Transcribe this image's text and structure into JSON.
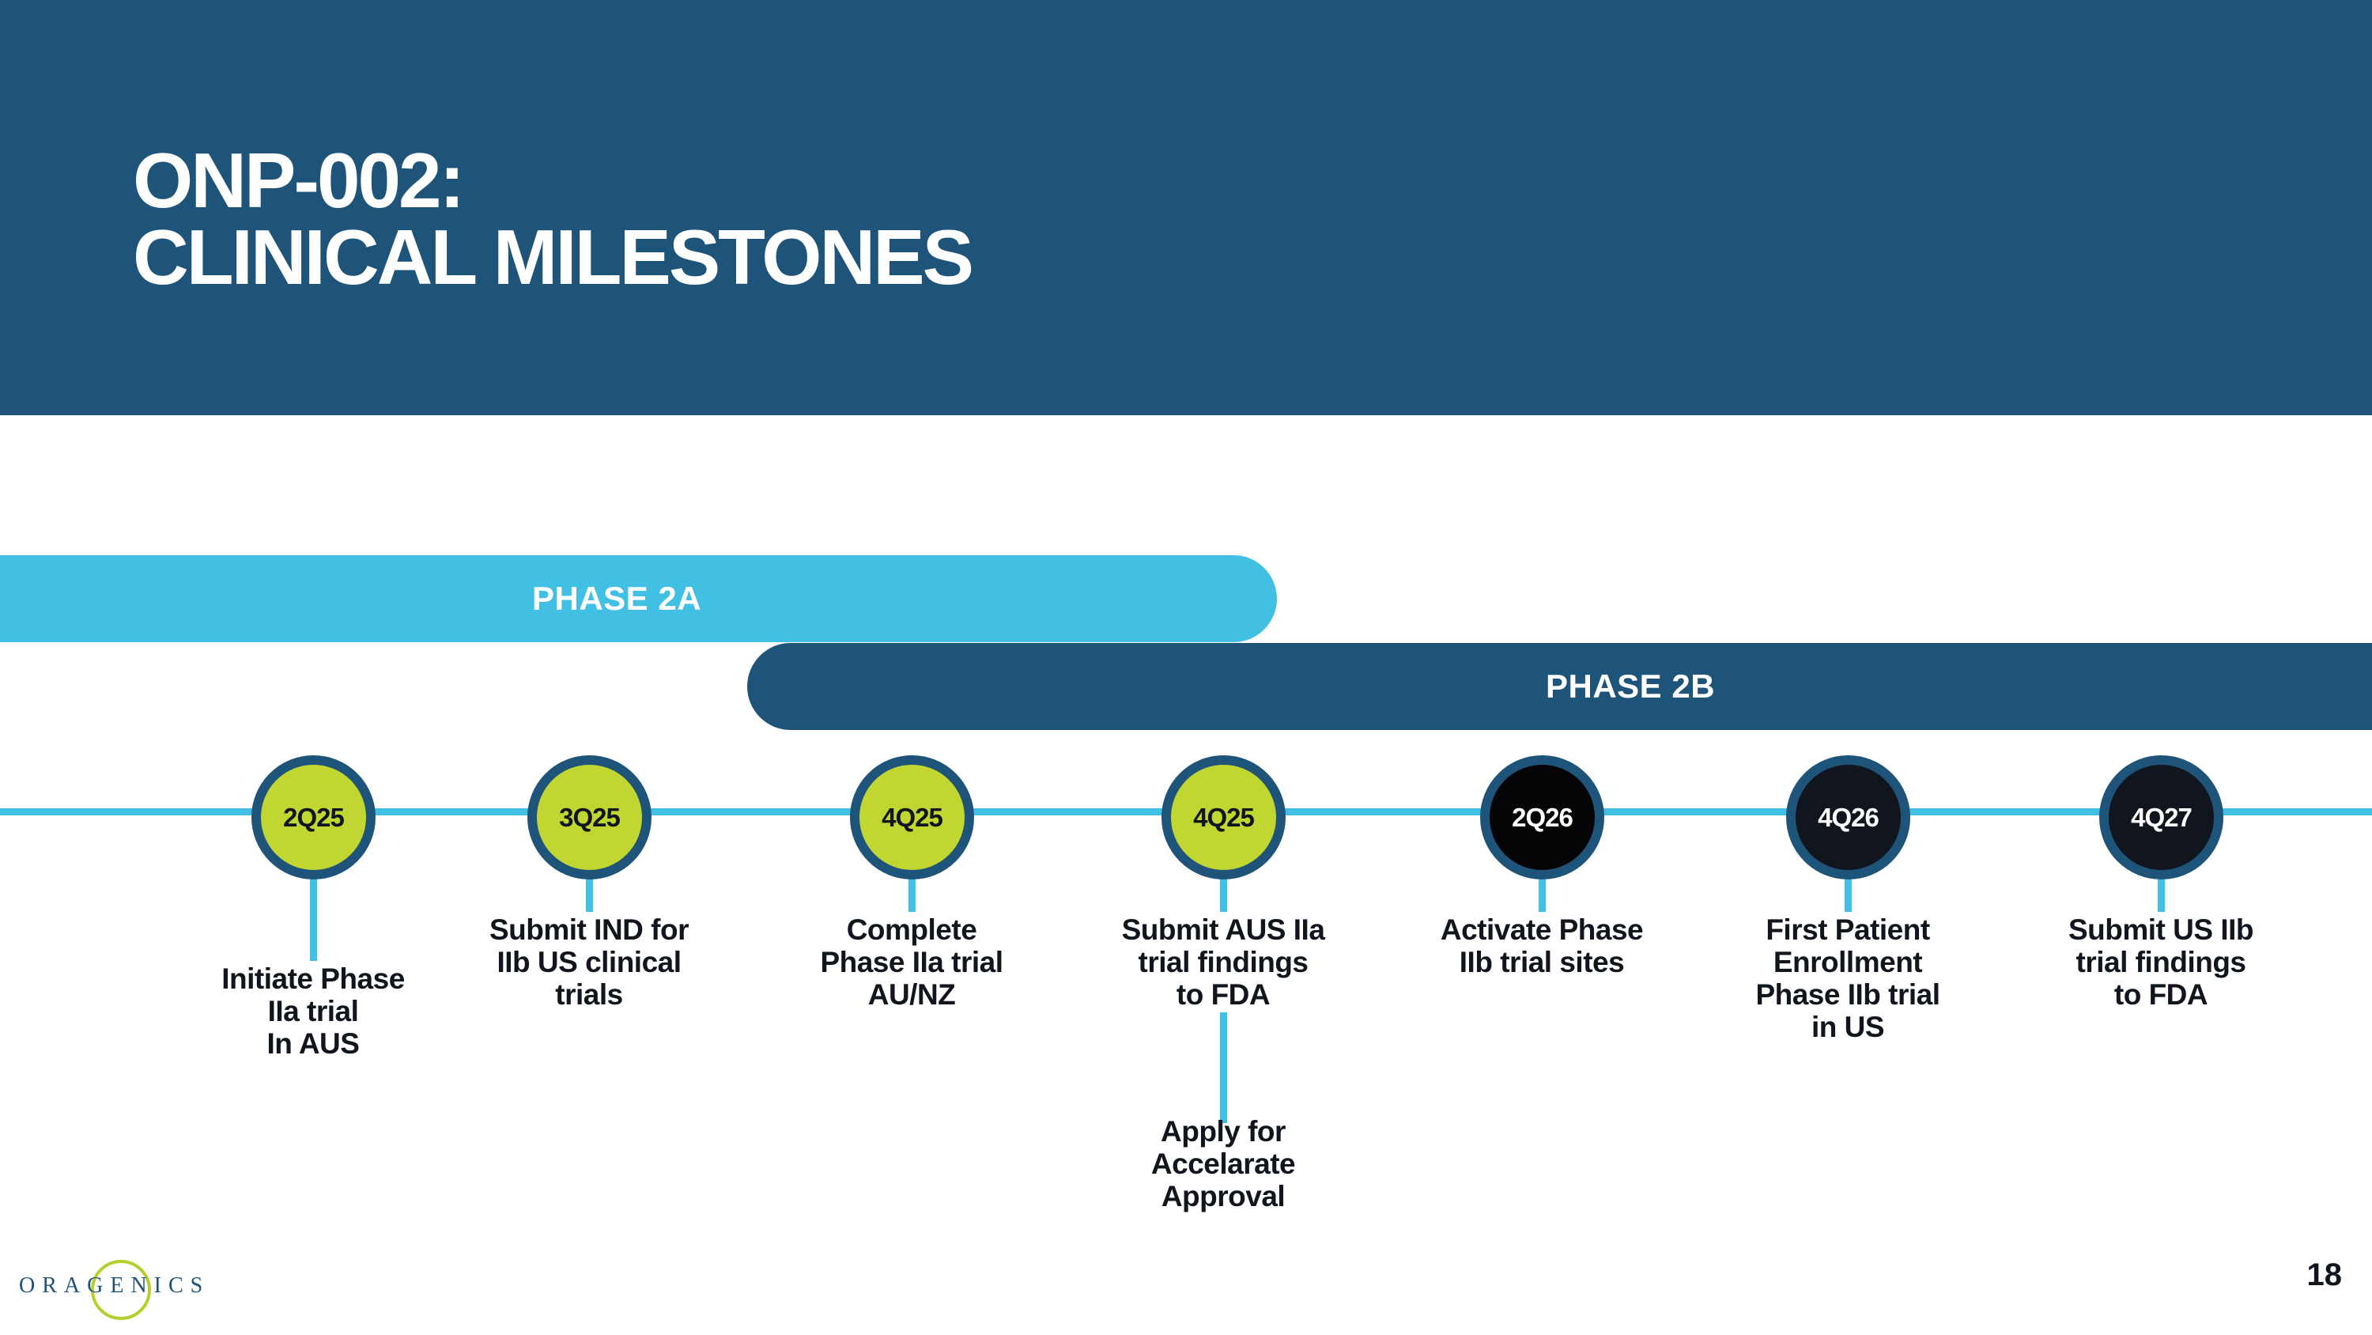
{
  "header": {
    "title_lines": [
      "ONP-002:",
      "CLINICAL MILESTONES"
    ]
  },
  "phases": [
    {
      "label": "PHASE 2A",
      "color": "#42c0e4"
    },
    {
      "label": "PHASE 2B",
      "color": "#1e5479"
    }
  ],
  "milestones": [
    {
      "date": "2Q25",
      "status": "completed",
      "lines": [
        "Initiate Phase",
        "IIa trial",
        "In AUS"
      ]
    },
    {
      "date": "3Q25",
      "status": "completed",
      "lines": [
        "Submit IND for",
        "IIb US clinical",
        "trials"
      ]
    },
    {
      "date": "4Q25",
      "status": "completed",
      "lines": [
        "Complete",
        "Phase IIa trial",
        "AU/NZ"
      ]
    },
    {
      "date": "4Q25",
      "status": "completed",
      "lines": [
        "Submit AUS IIa",
        "trial findings",
        "to FDA"
      ],
      "sub_milestone": {
        "lines": [
          "Apply for",
          "Accelarate",
          "Approval"
        ]
      }
    },
    {
      "date": "2Q26",
      "status": "upcoming",
      "lines": [
        "Activate Phase",
        "IIb trial sites"
      ]
    },
    {
      "date": "4Q26",
      "status": "upcoming",
      "lines": [
        "First Patient",
        "Enrollment",
        "Phase IIb trial",
        "in US"
      ]
    },
    {
      "date": "4Q27",
      "status": "upcoming",
      "lines": [
        "Submit US IIb",
        "trial findings",
        "to FDA"
      ]
    }
  ],
  "colors": {
    "header_bg": "#1e5479",
    "timeline": "#42c0e4",
    "completed_fill": "#c1d631",
    "upcoming_fill": "#11151e",
    "circle_border": "#1e5479",
    "text": "#11151e"
  },
  "footer": {
    "logo_text": "ORAGENICS",
    "page_number": "18"
  }
}
